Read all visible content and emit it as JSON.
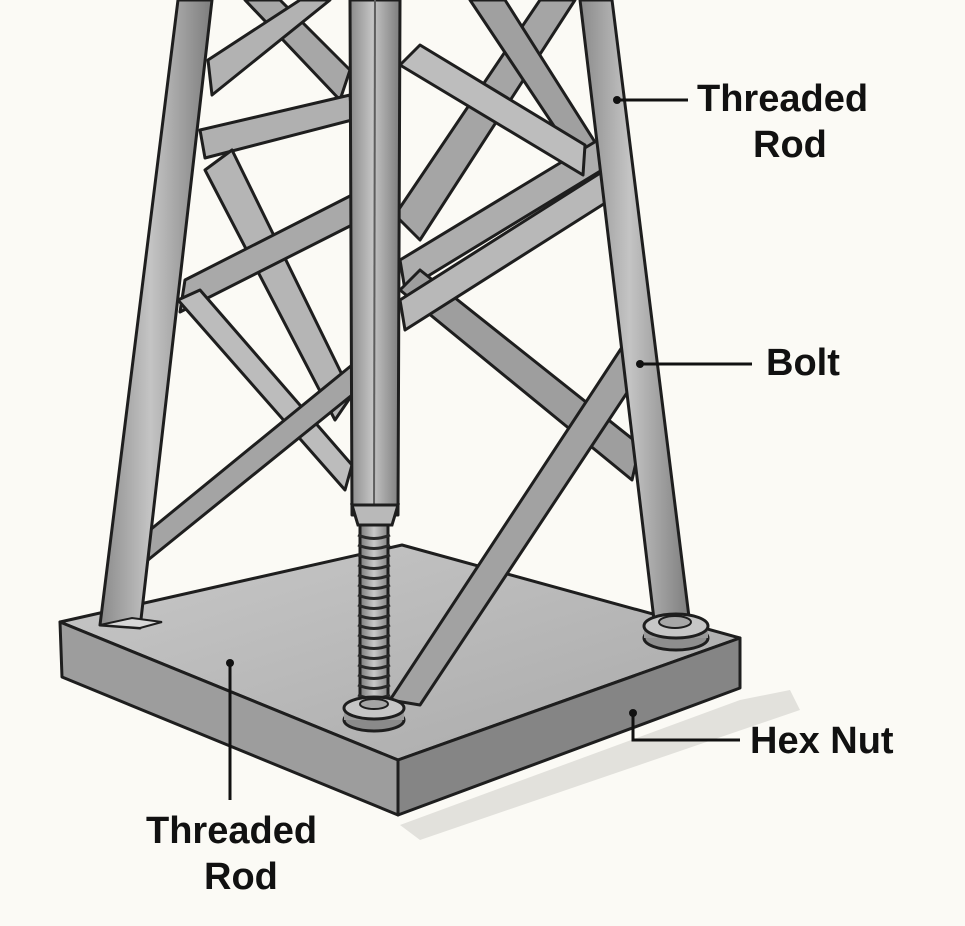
{
  "labels": {
    "threaded_rod_top": {
      "line1": "Threaded",
      "line2": "Rod"
    },
    "bolt": {
      "text": "Bolt"
    },
    "hex_nut": {
      "text": "Hex Nut"
    },
    "threaded_rod_bottom": {
      "line1": "Threaded",
      "line2": "Rod"
    }
  },
  "colors": {
    "background": "#fbfaf5",
    "steel_light": "#c9c9c9",
    "steel_mid": "#9a9a9a",
    "steel_dark": "#6f6f6f",
    "outline": "#1e1e1e"
  }
}
